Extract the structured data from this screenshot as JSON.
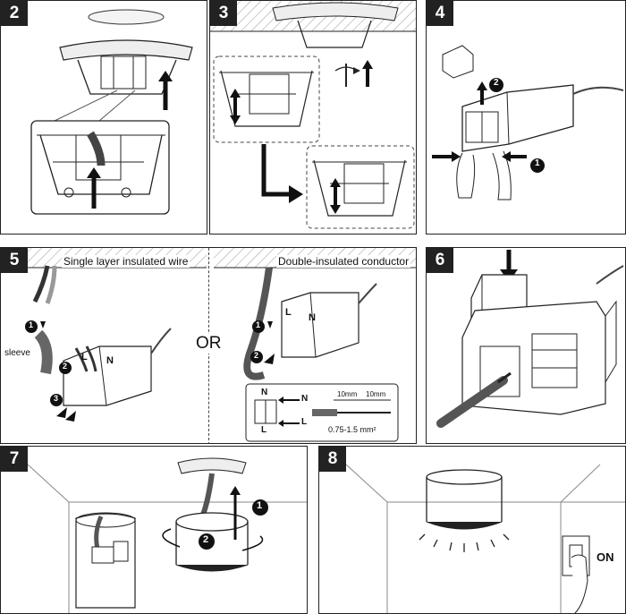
{
  "panels": {
    "p2": {
      "number": "2"
    },
    "p3": {
      "number": "3"
    },
    "p4": {
      "number": "4",
      "callouts": [
        "1",
        "2"
      ]
    },
    "p5": {
      "number": "5",
      "left_caption": "Single layer insulated wire",
      "right_caption": "Double-insulated conductor",
      "or_label": "OR",
      "sleeve_label": "sleeve",
      "left_callouts": [
        "1",
        "2",
        "3"
      ],
      "right_callouts": [
        "1",
        "2"
      ],
      "terminal_L": "L",
      "terminal_N": "N",
      "detail": {
        "n_label": "N",
        "l_label": "L",
        "n_arrow_label": "N",
        "l_arrow_label": "L",
        "strip_1": "10mm",
        "strip_2": "10mm",
        "wire_gauge": "0.75-1.5 mm²"
      }
    },
    "p6": {
      "number": "6"
    },
    "p7": {
      "number": "7",
      "callouts": [
        "1",
        "2"
      ]
    },
    "p8": {
      "number": "8",
      "switch_label": "ON"
    }
  }
}
